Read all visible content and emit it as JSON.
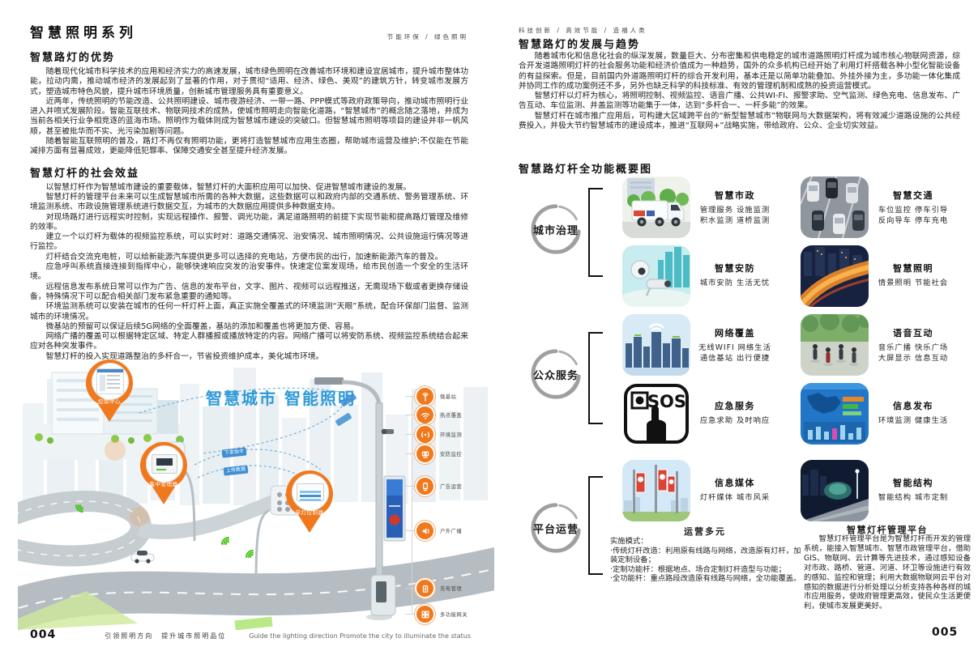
{
  "left": {
    "title": "智慧照明系列",
    "tags": "节能环保  /  绿色照明",
    "sections": [
      {
        "heading": "智慧路灯的优势",
        "paragraphs": [
          "随着现代化城市科学技术的应用和经济实力的高速发展，城市绿色照明在改善城市环境和建设宜居城市，提升城市整体功能，拉动内需，推动城市经济的发展起到了显著的作用，对于贯彻“适用、经济、绿色、美观”的建筑方针，转变城市发展方式，塑造城市特色风貌，提升城市环境质量，创新城市管理服务具有重要意义。",
          "近两年，传统照明的节能改造、公共照明建设、城市夜游经济、一带一路、PPP模式等政府政策导向，推动城市照明行业进入井喷式发展阶段。智能互联技术、物联网技术的成熟，使城市照明走向智能化道路，“智慧城市”的概念随之落地，并成为当前各相关行业争相竞逐的蓝海市场。照明作为载体则成为智慧城市建设的突破口。但智慧城市照明等项目的建设并非一帆风顺，甚至被批华而不实、光污染加剧等问题。",
          "随着智能互联照明的普及，路灯不再仅有照明功能，更将打造智慧城市应用生态圈，帮助城市运营及维护;不仅能在节能减排方面有显著成效，更能降低犯罪率、保障交通安全甚至提升经济发展。"
        ]
      },
      {
        "heading": "智慧灯杆的社会效益",
        "paragraphs": [
          "以智慧灯杆作为智慧城市建设的重要载体，智慧灯杆的大面积应用可以加快、促进智慧城市建设的发展。",
          "智慧灯杆的管理平台未来可以生成智慧城市所需的各种大数据，这些数据可以和政府内部的交通系统、警务管理系统、环境监测系统、市政设施管理系统进行数据交互，为城市的大数据应用提供多种数据支持。",
          "对现场路灯进行远程实时控制，实现远程操作、报警、调光功能，满足道路照明的前提下实现节能和提高路灯管理及维修的效率。",
          "建立一个以灯杆为载体的视频监控系统，可以实时对：道路交通情况、治安情况、城市照明情况、公共设施运行情况等进行监控。",
          "灯杆结合交流充电桩，可以给新能源汽车提供更多可以选择的充电站，方便市民的出行，加速新能源汽车的普及。",
          "应急呼叫系统直接连接到指挥中心，能够快速响应突发的治安事件。快速定位案发现场，给市民创造一个安全的生活环境。",
          "远程信息发布系统日常可以作为广告、信息的发布平台，文字、图片、视频可以远程推送，无需现场下载或者更换存储设备，特殊情况下可以配合相关部门发布紧急重要的通知等。",
          "环境监测系统可以安装在城市的任何一杆灯杆上面，真正实施全覆盖式的环境监测“天眼”系统，配合环保部门监督、监测城市的环境情况。",
          "微基站的预留可以保证后续5G网络的全面覆盖，基站的添加和覆盖也将更加方便、容易。",
          "网络广播的覆盖可以根据特定区域、特定人群播报或播放特定的内容。网络广播可以将安防系统、视频监控系统结合起来应对各种突发事件。",
          "智慧灯杆的投入实现道路整治的多杆合一，节省投资维护成本，美化城市环境。"
        ]
      }
    ],
    "illustration": {
      "title": "智慧城市 智能照明",
      "pins": [
        "控制中心",
        "集中管理器",
        "单灯控制器"
      ],
      "links": [
        "下发指令",
        "上传数据"
      ],
      "legend": [
        {
          "icon": "base-station-icon",
          "label": "微基站"
        },
        {
          "icon": "wifi-hotspot-icon",
          "label": "热点覆盖"
        },
        {
          "icon": "env-monitor-icon",
          "label": "环境监测"
        },
        {
          "icon": "security-camera-icon",
          "label": "安防监控"
        },
        {
          "icon": "ad-operation-icon",
          "label": "广告运营"
        },
        {
          "icon": "broadcast-icon",
          "label": "户外广播"
        },
        {
          "icon": "charging-icon",
          "label": "充电管理"
        },
        {
          "icon": "gateway-icon",
          "label": "多功能网关"
        }
      ]
    },
    "footer": {
      "page": "004",
      "slogan_cn": "引领照明方向　提升城市照明品位",
      "slogan_en": "Guide the lighting direction Promote the city to illuminate the status"
    }
  },
  "right": {
    "tags": "科技创新  /  高效节能  /  造福人类",
    "section1": {
      "heading": "智慧路灯的发展与趋势",
      "paragraphs": [
        "随着城市化和信息化社会的纵深发展，数量巨大、分布密集和供电稳定的城市道路照明灯杆成为城市核心物联网资源，综合开发道路照明灯杆的社会服务功能和经济价值成为一种趋势，国外的众多机构已经开始了利用灯杆搭载各种小型化智能设备的有益探索。但是，目前国内外道路照明灯杆的综合开发利用，基本还是以简单功能叠加、外挂外接为主，多功能一体化集成并协同工作的成功案例还不多，另外也缺乏科学的科技标准、有效的管理机制和成熟的投资运营模式。",
        "智慧灯杆以灯杆为核心，将照明控制、视频监控、语音广播、公共WI-FI、报警求助、空气监测、绿色充电、信息发布、广告互动、车位监测、井盖监测等功能集于一体，达到“多杆合一、一杆多能”的效果。",
        "智慧灯杆在城市推广应用后，可构建大区域跨平台的“新型智慧城市”物联网与大数据架构，将有效减少道路设施的公共经费投入，并极大节约智慧城市的建设成本，推进“互联网+”战略实施，带给政府、公众、企业切实效益。"
      ]
    },
    "overview_heading": "智慧路灯杆全功能概要图",
    "groups": [
      {
        "label": "城市治理"
      },
      {
        "label": "公众服务"
      },
      {
        "label": "平台运营"
      }
    ],
    "features": [
      {
        "title": "智慧市政",
        "line1": "管理服务 设施监测",
        "line2": "积水监测 道桥监测"
      },
      {
        "title": "智慧交通",
        "line1": "车位监控 停车引导",
        "line2": "反向导车 停车充电"
      },
      {
        "title": "智慧安防",
        "line1": "城市安防 生活无忧"
      },
      {
        "title": "智慧照明",
        "line1": "情景照明 节能社会"
      },
      {
        "title": "网络覆盖",
        "line1": "无线WIFI 网络生活",
        "line2": "通信基站 出行便捷"
      },
      {
        "title": "语音互动",
        "line1": "音乐广播 快乐广场",
        "line2": "大屏显示 信息互动"
      },
      {
        "title": "应急服务",
        "line1": "应急求助 及时响应"
      },
      {
        "title": "信息发布",
        "line1": "环境监测 健康生活"
      },
      {
        "title": "信息媒体",
        "line1": "灯杆媒体 城市风采"
      },
      {
        "title": "智能结构",
        "line1": "智能结构 城市定制"
      }
    ],
    "operation": {
      "title": "运营多元",
      "items": [
        "实施模式：",
        "·传统灯杆改造：利用原有线路与网络，改造原有灯杆，加装定制设备；",
        "·定制功能杆：根据地点、场合定制灯杆造型与功能；",
        "·全功能杆：重点路段改造原有线路与网络，全功能覆盖。"
      ]
    },
    "platform": {
      "title": "智慧灯杆管理平台",
      "text": "智慧灯杆管理平台是为智慧灯杆而开发的管理系统，能接入智慧城市、智慧市政管理平台，借助GIS、物联网、云计算等先进技术，通过感知设备对市政、路桥、管道、河道、环卫等设施进行有效的感知、监控和管理；利用大数据物联网云平台对感知的数据进行分析处理以分析支持各种各样的城市应用服务，使政府管理更高效，使民众生活更便利，使城市发展更美好。"
    },
    "page": "005"
  }
}
